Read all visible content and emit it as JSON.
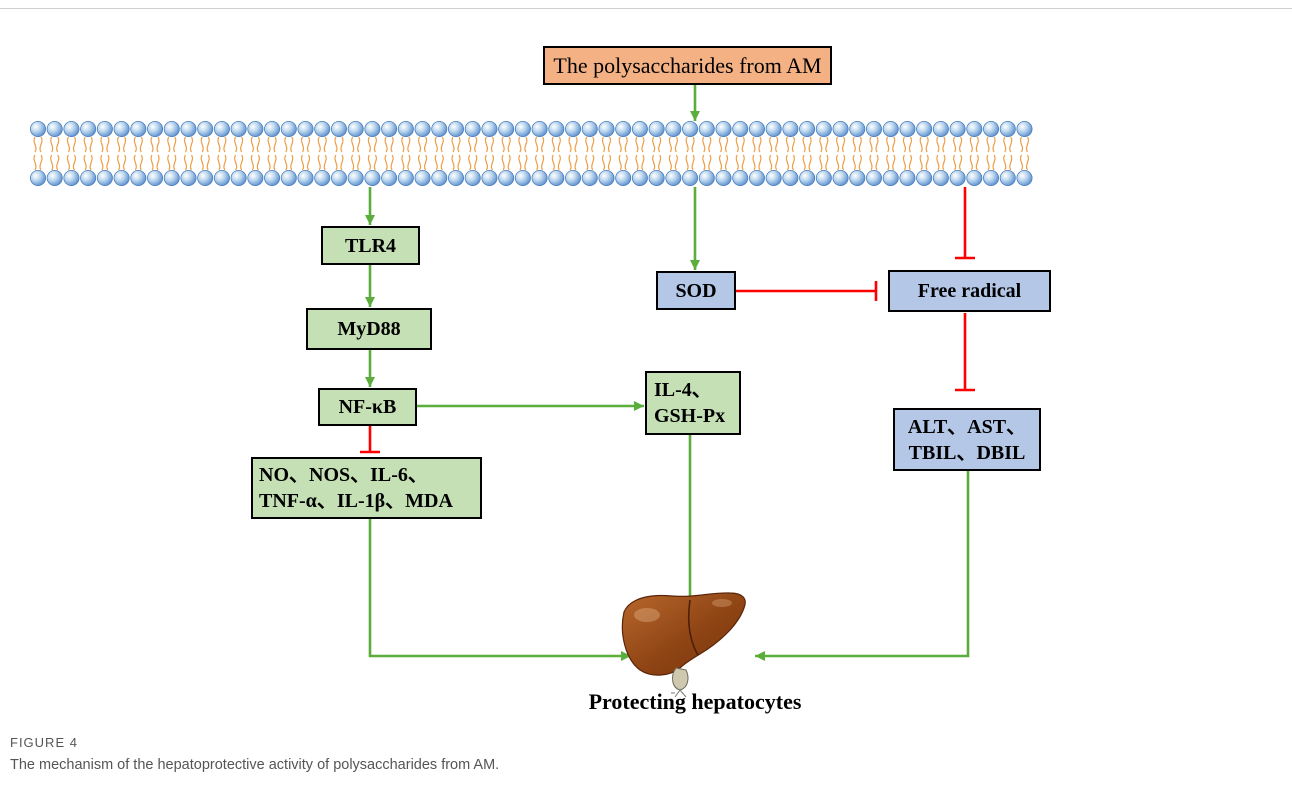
{
  "figure": {
    "label": "FIGURE 4",
    "caption": "The mechanism of the hepatoprotective activity of polysaccharides from AM."
  },
  "diagram": {
    "source": {
      "label": "The polysaccharides from AM"
    },
    "nodes": {
      "tlr4": {
        "label": "TLR4"
      },
      "myd88": {
        "label": "MyD88"
      },
      "nfkb": {
        "label": "NF-κB"
      },
      "inflammatory_markers": {
        "lines": [
          "NO、NOS、IL-6、",
          "TNF-α、IL-1β、MDA"
        ]
      },
      "antioxidant_markers": {
        "lines": [
          "IL-4、",
          "GSH-Px"
        ]
      },
      "sod": {
        "label": "SOD"
      },
      "free_radical": {
        "label": "Free radical"
      },
      "liver_function_markers": {
        "lines": [
          "ALT、AST、",
          "TBIL、DBIL"
        ]
      }
    },
    "outcome": {
      "label": "Protecting hepatocytes",
      "icon": "liver-icon"
    },
    "membrane_icon": "lipid-bilayer-icon"
  },
  "colors": {
    "source_box": "#F4B183",
    "pathway_box": "#C5E0B4",
    "oxidative_box": "#B4C7E7",
    "activation_arrow": "#5BAE3C",
    "inhibition_arrow": "#FF0000",
    "lipid_head": "#5B8FD0",
    "lipid_tail": "#EE9E45",
    "liver": "#7A340C"
  }
}
